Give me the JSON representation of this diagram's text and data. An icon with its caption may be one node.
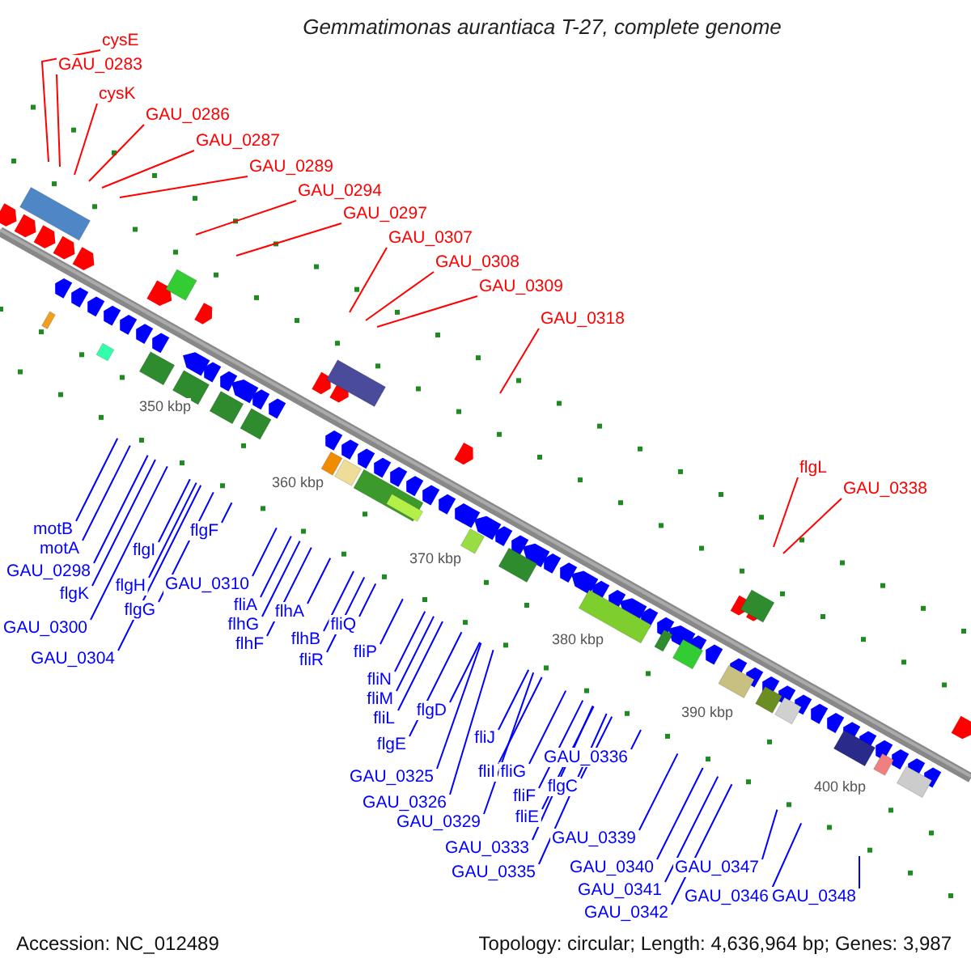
{
  "diagram": {
    "title": "Gemmatimonas aurantiaca T-27, complete genome",
    "nodes": [
      {
        "text": [
          "cysE"
        ]
      },
      {
        "text": [
          "GAU_0283"
        ]
      },
      {
        "text": [
          "cysK"
        ]
      },
      {
        "text": [
          "GAU_0286"
        ]
      },
      {
        "text": [
          "GAU_0287"
        ]
      },
      {
        "text": [
          "GAU_0289"
        ]
      },
      {
        "text": [
          "GAU_0294"
        ]
      },
      {
        "text": [
          "GAU_0297"
        ]
      },
      {
        "text": [
          "GAU_0307"
        ]
      },
      {
        "text": [
          "GAU_0308"
        ]
      },
      {
        "text": [
          "GAU_0309"
        ]
      },
      {
        "text": [
          "GAU_0318"
        ]
      },
      {
        "text": [
          "flgL"
        ]
      },
      {
        "text": [
          "GAU_0338"
        ]
      },
      {
        "text": [
          "motB"
        ]
      },
      {
        "text": [
          "motA"
        ]
      },
      {
        "text": [
          "GAU_0298"
        ]
      },
      {
        "text": [
          "flgK"
        ]
      },
      {
        "text": [
          "flgI"
        ]
      },
      {
        "text": [
          "flgH"
        ]
      },
      {
        "text": [
          "flgG"
        ]
      },
      {
        "text": [
          "flgF"
        ]
      },
      {
        "text": [
          "GAU_0300"
        ]
      },
      {
        "text": [
          "GAU_0304"
        ]
      },
      {
        "text": [
          "GAU_0310"
        ]
      },
      {
        "text": [
          "fliA"
        ]
      },
      {
        "text": [
          "flhG"
        ]
      },
      {
        "text": [
          "flhF"
        ]
      },
      {
        "text": [
          "flhA"
        ]
      },
      {
        "text": [
          "flhB"
        ]
      },
      {
        "text": [
          "fliR"
        ]
      },
      {
        "text": [
          "fliQ"
        ]
      },
      {
        "text": [
          "fliP"
        ]
      },
      {
        "text": [
          "fliN"
        ]
      },
      {
        "text": [
          "fliM"
        ]
      },
      {
        "text": [
          "fliL"
        ]
      },
      {
        "text": [
          "flgD"
        ]
      },
      {
        "text": [
          "flgE"
        ]
      },
      {
        "text": [
          "GAU_0325"
        ]
      },
      {
        "text": [
          "GAU_0326"
        ]
      },
      {
        "text": [
          "GAU_0329"
        ]
      },
      {
        "text": [
          "fliJ"
        ]
      },
      {
        "text": [
          "fliI"
        ]
      },
      {
        "text": [
          "fliG"
        ]
      },
      {
        "text": [
          "GAU_0336"
        ]
      },
      {
        "text": [
          "fliF"
        ]
      },
      {
        "text": [
          "flgC"
        ]
      },
      {
        "text": [
          "fliE"
        ]
      },
      {
        "text": [
          "GAU_0333"
        ]
      },
      {
        "text": [
          "GAU_0335"
        ]
      },
      {
        "text": [
          "GAU_0339"
        ]
      },
      {
        "text": [
          "GAU_0340"
        ]
      },
      {
        "text": [
          "GAU_0341"
        ]
      },
      {
        "text": [
          "GAU_0342"
        ]
      },
      {
        "text": [
          "GAU_0346"
        ]
      },
      {
        "text": [
          "GAU_0347"
        ]
      },
      {
        "text": [
          "GAU_0348"
        ]
      }
    ],
    "edges": [
      {
        "from": 0,
        "to": null,
        "arrow": "none",
        "color": "#ff0000"
      },
      {
        "from": 1,
        "to": null,
        "arrow": "none",
        "color": "#ff0000"
      },
      {
        "from": 2,
        "to": null,
        "arrow": "none",
        "color": "#ff0000"
      },
      {
        "from": 3,
        "to": null,
        "arrow": "none",
        "color": "#ff0000"
      },
      {
        "from": 4,
        "to": null,
        "arrow": "none",
        "color": "#ff0000"
      },
      {
        "from": 5,
        "to": null,
        "arrow": "none",
        "color": "#ff0000"
      },
      {
        "from": 6,
        "to": null,
        "arrow": "none",
        "color": "#ff0000"
      },
      {
        "from": 7,
        "to": null,
        "arrow": "none",
        "color": "#ff0000"
      },
      {
        "from": 8,
        "to": null,
        "arrow": "none",
        "color": "#ff0000"
      },
      {
        "from": 9,
        "to": null,
        "arrow": "none",
        "color": "#ff0000"
      },
      {
        "from": 10,
        "to": null,
        "arrow": "none",
        "color": "#ff0000"
      },
      {
        "from": 11,
        "to": null,
        "arrow": "none",
        "color": "#ff0000"
      },
      {
        "from": 12,
        "to": null,
        "arrow": "none",
        "color": "#ff0000"
      },
      {
        "from": 13,
        "to": null,
        "arrow": "none",
        "color": "#ff0000"
      },
      {
        "from": 14,
        "to": null,
        "arrow": "none"
      },
      {
        "from": 15,
        "to": null,
        "arrow": "none"
      },
      {
        "from": 16,
        "to": null,
        "arrow": "none"
      },
      {
        "from": 17,
        "to": null,
        "arrow": "none"
      },
      {
        "from": 18,
        "to": null,
        "arrow": "none"
      },
      {
        "from": 19,
        "to": null,
        "arrow": "none"
      },
      {
        "from": 20,
        "to": null,
        "arrow": "none"
      },
      {
        "from": 21,
        "to": null,
        "arrow": "none"
      },
      {
        "from": 22,
        "to": null,
        "arrow": "none"
      },
      {
        "from": 23,
        "to": null,
        "arrow": "none"
      },
      {
        "from": 24,
        "to": null,
        "arrow": "none"
      },
      {
        "from": 25,
        "to": null,
        "arrow": "none"
      },
      {
        "from": 26,
        "to": null,
        "arrow": "none"
      },
      {
        "from": 27,
        "to": null,
        "arrow": "none"
      },
      {
        "from": 28,
        "to": null,
        "arrow": "none"
      },
      {
        "from": 29,
        "to": null,
        "arrow": "none"
      },
      {
        "from": 30,
        "to": null,
        "arrow": "none"
      },
      {
        "from": 31,
        "to": null,
        "arrow": "none"
      },
      {
        "from": 32,
        "to": null,
        "arrow": "none"
      },
      {
        "from": 33,
        "to": null,
        "arrow": "none"
      },
      {
        "from": 34,
        "to": null,
        "arrow": "none"
      },
      {
        "from": 35,
        "to": null,
        "arrow": "none"
      },
      {
        "from": 36,
        "to": null,
        "arrow": "none"
      },
      {
        "from": 37,
        "to": null,
        "arrow": "none"
      },
      {
        "from": 38,
        "to": null,
        "arrow": "none"
      },
      {
        "from": 39,
        "to": null,
        "arrow": "none"
      },
      {
        "from": 40,
        "to": null,
        "arrow": "none"
      },
      {
        "from": 41,
        "to": null,
        "arrow": "none"
      },
      {
        "from": 42,
        "to": null,
        "arrow": "none"
      },
      {
        "from": 43,
        "to": null,
        "arrow": "none"
      },
      {
        "from": 44,
        "to": null,
        "arrow": "none"
      },
      {
        "from": 45,
        "to": null,
        "arrow": "none"
      },
      {
        "from": 46,
        "to": null,
        "arrow": "none"
      },
      {
        "from": 47,
        "to": null,
        "arrow": "none"
      },
      {
        "from": 48,
        "to": null,
        "arrow": "none"
      },
      {
        "from": 49,
        "to": null,
        "arrow": "none"
      },
      {
        "from": 50,
        "to": null,
        "arrow": "none"
      },
      {
        "from": 51,
        "to": null,
        "arrow": "none"
      },
      {
        "from": 52,
        "to": null,
        "arrow": "none"
      },
      {
        "from": 53,
        "to": null,
        "arrow": "none"
      },
      {
        "from": 54,
        "to": null,
        "arrow": "none"
      },
      {
        "from": 55,
        "to": null,
        "arrow": "none"
      },
      {
        "from": 56,
        "to": null,
        "arrow": "none"
      }
    ],
    "labels": [
      "350 kbp",
      "360 kbp",
      "370 kbp",
      "380 kbp",
      "390 kbp",
      "400 kbp",
      "Accession: NC_012489",
      "Topology: circular; Length: 4,636,964 bp; Genes: 3,987"
    ]
  }
}
